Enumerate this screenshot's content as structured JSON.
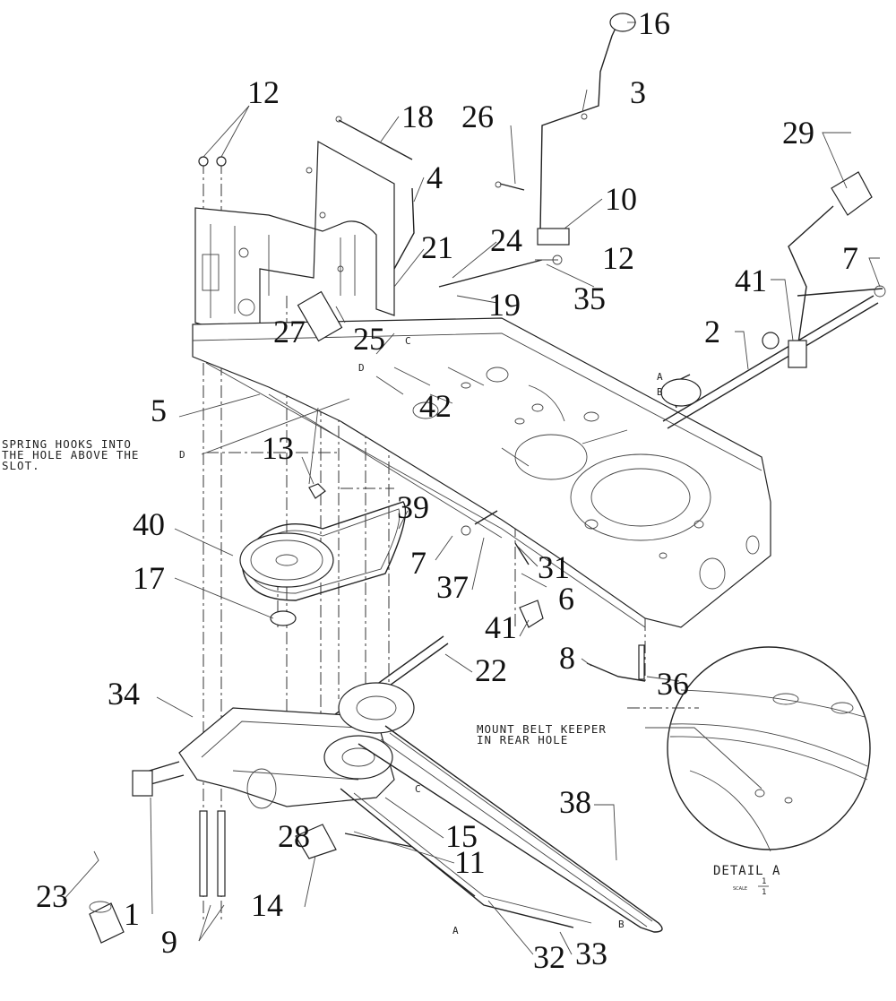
{
  "callouts": [
    "1",
    "2",
    "3",
    "4",
    "5",
    "6",
    "7",
    "7",
    "8",
    "9",
    "10",
    "11",
    "12",
    "12",
    "13",
    "14",
    "15",
    "16",
    "17",
    "18",
    "19",
    "21",
    "22",
    "23",
    "24",
    "25",
    "26",
    "27",
    "28",
    "29",
    "31",
    "32",
    "33",
    "34",
    "35",
    "36",
    "37",
    "38",
    "39",
    "40",
    "41",
    "41",
    "42"
  ],
  "reference_letters": {
    "a1": "A",
    "b1": "B",
    "c1": "C",
    "d1": "D",
    "d2": "D",
    "a2": "A",
    "b2": "B",
    "c2": "C"
  },
  "notes": {
    "spring_line1": "SPRING HOOKS INTO",
    "spring_line2": "THE HOLE ABOVE THE",
    "spring_line3": "SLOT.",
    "keeper_line1": "MOUNT BELT KEEPER",
    "keeper_line2": "IN REAR HOLE"
  },
  "detail": {
    "label": "DETAIL A",
    "scale_label": "SCALE",
    "scale_num": "1",
    "scale_den": "1"
  }
}
